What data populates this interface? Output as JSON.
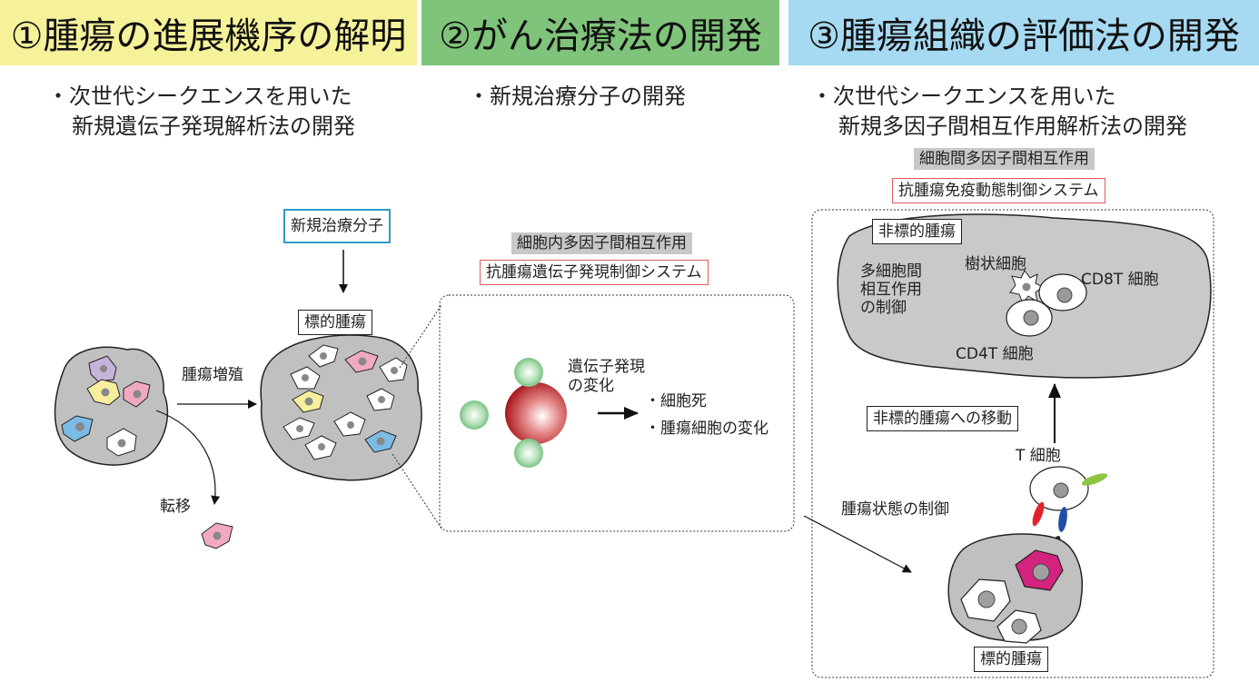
{
  "headers": [
    {
      "text": "①腫瘍の進展機序の解明",
      "color": "#f6f29a"
    },
    {
      "text": "②がん治療法の開発",
      "color": "#7fc47a"
    },
    {
      "text": "③腫瘍組織の評価法の開発",
      "color": "#a6daf2"
    }
  ],
  "section1": {
    "bullet_line1": "・次世代シークエンスを用いた",
    "bullet_line2": "新規遺伝子発現解析法の開発",
    "growth_label": "腫瘍増殖",
    "metastasis_label": "転移",
    "target_tumor_label": "標的腫瘍"
  },
  "section2": {
    "bullet": "・新規治療分子の開発",
    "new_molecule_label": "新規治療分子",
    "interaction_label": "細胞内多因子間相互作用",
    "control_system_label": "抗腫瘍遺伝子発現制御システム",
    "gene_expression_line1": "遺伝子発現",
    "gene_expression_line2": "の変化",
    "outcome1": "・細胞死",
    "outcome2": "・腫瘍細胞の変化"
  },
  "section3": {
    "bullet_line1": "・次世代シークエンスを用いた",
    "bullet_line2": "新規多因子間相互作用解析法の開発",
    "interaction_label": "細胞間多因子間相互作用",
    "system_label": "抗腫瘍免疫動態制御システム",
    "non_target_label": "非標的腫瘍",
    "multi_cell_line1": "多細胞間",
    "multi_cell_line2": "相互作用",
    "multi_cell_line3": "の制御",
    "dendritic_label": "樹状細胞",
    "cd8_label": "CD8T 細胞",
    "cd4_label": "CD4T 細胞",
    "migration_label": "非標的腫瘍への移動",
    "tcell_label": "T 細胞",
    "state_control_label": "腫瘍状態の制御",
    "target_tumor_label": "標的腫瘍"
  },
  "colors": {
    "tumor_gray": "#c0c0c0",
    "purple_cell": "#c6b3d9",
    "yellow_cell": "#f7ef9e",
    "pink_cell": "#f1a9c3",
    "blue_cell": "#7bbce6",
    "magenta_cell": "#d4227f",
    "red_sphere": "#c0272d",
    "green_sphere": "#6cc07a",
    "molecule_box_border": "#3399cc",
    "control_box_border": "#e05a5a"
  }
}
